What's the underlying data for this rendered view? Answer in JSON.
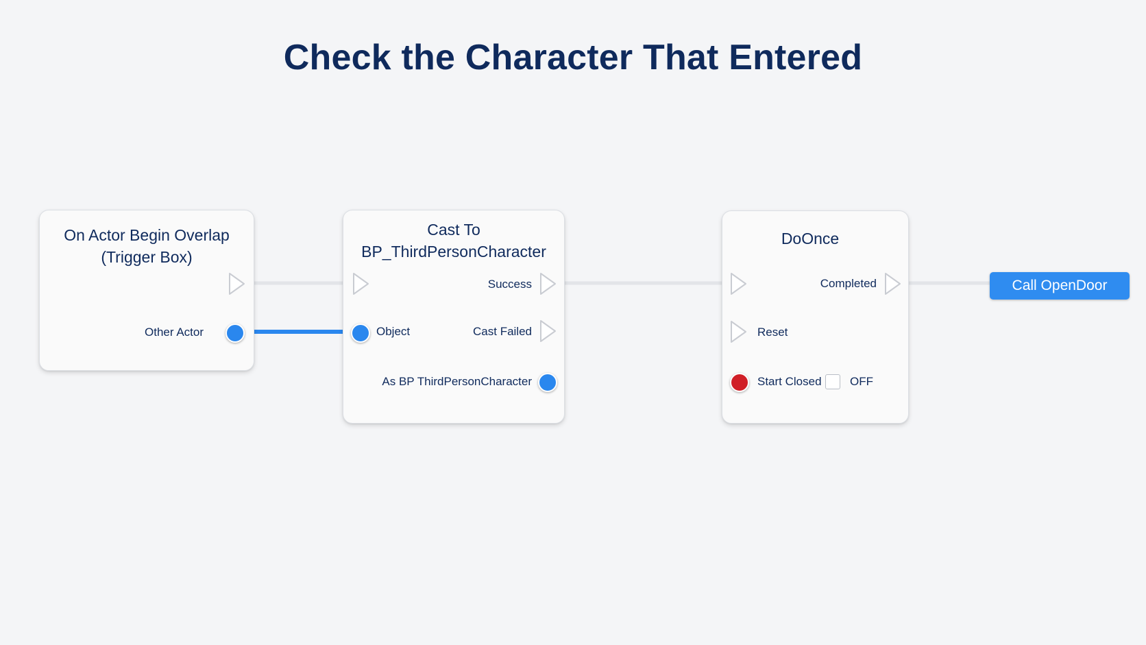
{
  "title": "Check the Character That Entered",
  "nodes": {
    "overlap": {
      "title_line1": "On Actor Begin Overlap",
      "title_line2": "(Trigger Box)",
      "other_actor": "Other Actor"
    },
    "cast": {
      "title_line1": "Cast To",
      "title_line2": "BP_ThirdPersonCharacter",
      "success": "Success",
      "object": "Object",
      "cast_failed": "Cast Failed",
      "as_character": "As BP ThirdPersonCharacter"
    },
    "doonce": {
      "title": "DoOnce",
      "completed": "Completed",
      "reset": "Reset",
      "start_closed": "Start Closed",
      "start_closed_value": "OFF"
    }
  },
  "call": {
    "label": "Call OpenDoor"
  },
  "colors": {
    "title": "#0f2a5c",
    "data_pin": "#2a87ee",
    "bool_pin": "#d01f27",
    "exec_wire": "#e4e6ea",
    "data_wire": "#2a87ee",
    "call_button": "#2f8cf0"
  }
}
